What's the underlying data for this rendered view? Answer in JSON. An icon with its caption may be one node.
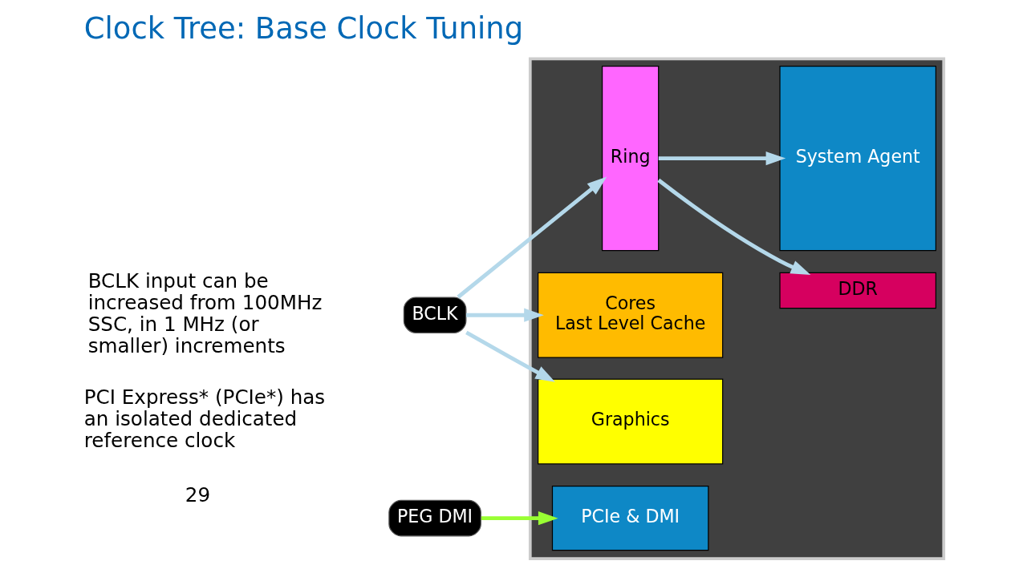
{
  "diagram": {
    "title": "Clock Tree: Base Clock Tuning",
    "nodes": [
      {
        "text": [],
        "shape": "box"
      },
      {
        "text": [
          "BCLK"
        ]
      },
      {
        "text": [
          "PEG DMI"
        ]
      },
      {
        "text": [
          "Ring"
        ],
        "in": 0
      },
      {
        "text": [
          "DDR"
        ],
        "in": 0
      },
      {
        "text": [
          "Cores",
          "Last Level Cache"
        ],
        "in": 0
      },
      {
        "text": [
          "Graphics"
        ],
        "in": 0
      },
      {
        "text": [
          "System Agent"
        ],
        "in": 0
      },
      {
        "text": [
          "PCIe & DMI"
        ],
        "in": 0
      }
    ],
    "edges": [
      {
        "from": 1,
        "to": 3,
        "arrow": "to"
      },
      {
        "from": 1,
        "to": 5,
        "arrow": "to"
      },
      {
        "from": 1,
        "to": 6,
        "arrow": "to"
      },
      {
        "from": 3,
        "to": 4,
        "arrow": "to"
      },
      {
        "from": 3,
        "to": 7,
        "arrow": "to"
      },
      {
        "from": 2,
        "to": 8,
        "arrow": "to",
        "color": "#99ff33"
      }
    ],
    "labels": [
      "BCLK input can be increased from 100MHz SSC, in 1 MHz (or smaller) increments",
      "PCI Express* (PCIe*) has an isolated dedicated reference clock",
      "29"
    ]
  }
}
